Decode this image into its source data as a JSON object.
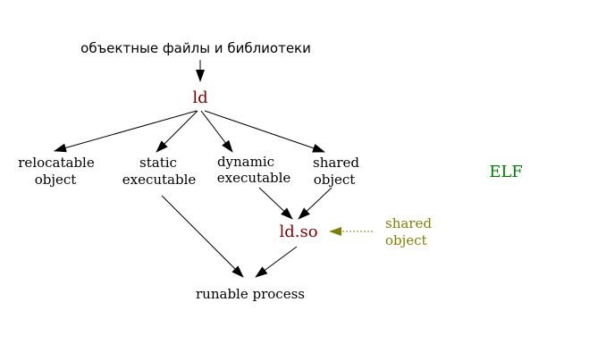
{
  "diagram": {
    "top_label": "объектные файлы и библиотеки",
    "linker": "ld",
    "outputs": {
      "relocatable": [
        "relocatable",
        "object"
      ],
      "static": [
        "static",
        "executable"
      ],
      "dynamic": [
        "dynamic",
        "executable"
      ],
      "shared": [
        "shared",
        "object"
      ]
    },
    "loader": "ld.so",
    "shared_input": [
      "shared",
      "object"
    ],
    "format": "ELF",
    "result": "runable process"
  },
  "colors": {
    "text": "#000000",
    "tool": "#800000",
    "shared_input": "#808000",
    "format": "#008000",
    "arrow": "#000000"
  }
}
